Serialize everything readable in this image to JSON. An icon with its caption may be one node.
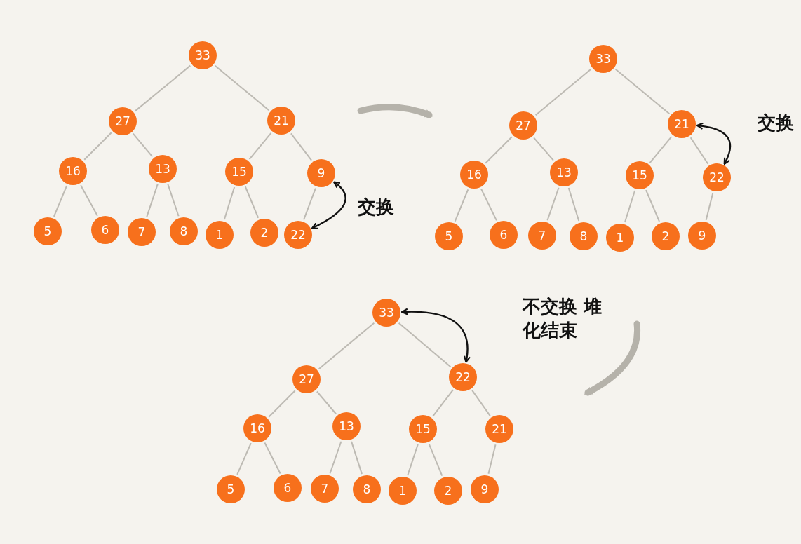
{
  "diagram": {
    "nodes": [
      {
        "text": [
          "33"
        ]
      },
      {
        "text": [
          "27"
        ]
      },
      {
        "text": [
          "21"
        ]
      },
      {
        "text": [
          "16"
        ]
      },
      {
        "text": [
          "13"
        ]
      },
      {
        "text": [
          "15"
        ]
      },
      {
        "text": [
          "9"
        ]
      },
      {
        "text": [
          "5"
        ]
      },
      {
        "text": [
          "6"
        ]
      },
      {
        "text": [
          "7"
        ]
      },
      {
        "text": [
          "8"
        ]
      },
      {
        "text": [
          "1"
        ]
      },
      {
        "text": [
          "2"
        ]
      },
      {
        "text": [
          "22"
        ]
      },
      {
        "text": [
          "33"
        ]
      },
      {
        "text": [
          "27"
        ]
      },
      {
        "text": [
          "21"
        ]
      },
      {
        "text": [
          "16"
        ]
      },
      {
        "text": [
          "13"
        ]
      },
      {
        "text": [
          "15"
        ]
      },
      {
        "text": [
          "22"
        ]
      },
      {
        "text": [
          "5"
        ]
      },
      {
        "text": [
          "6"
        ]
      },
      {
        "text": [
          "7"
        ]
      },
      {
        "text": [
          "8"
        ]
      },
      {
        "text": [
          "1"
        ]
      },
      {
        "text": [
          "2"
        ]
      },
      {
        "text": [
          "9"
        ]
      },
      {
        "text": [
          "33"
        ]
      },
      {
        "text": [
          "27"
        ]
      },
      {
        "text": [
          "22"
        ]
      },
      {
        "text": [
          "16"
        ]
      },
      {
        "text": [
          "13"
        ]
      },
      {
        "text": [
          "15"
        ]
      },
      {
        "text": [
          "21"
        ]
      },
      {
        "text": [
          "5"
        ]
      },
      {
        "text": [
          "6"
        ]
      },
      {
        "text": [
          "7"
        ]
      },
      {
        "text": [
          "8"
        ]
      },
      {
        "text": [
          "1"
        ]
      },
      {
        "text": [
          "2"
        ]
      },
      {
        "text": [
          "9"
        ]
      }
    ],
    "edges": [
      {
        "from": 0,
        "to": 1,
        "arrow": "none"
      },
      {
        "from": 0,
        "to": 2,
        "arrow": "none"
      },
      {
        "from": 1,
        "to": 3,
        "arrow": "none"
      },
      {
        "from": 1,
        "to": 4,
        "arrow": "none"
      },
      {
        "from": 2,
        "to": 5,
        "arrow": "none"
      },
      {
        "from": 2,
        "to": 6,
        "arrow": "none"
      },
      {
        "from": 3,
        "to": 7,
        "arrow": "none"
      },
      {
        "from": 3,
        "to": 8,
        "arrow": "none"
      },
      {
        "from": 4,
        "to": 9,
        "arrow": "none"
      },
      {
        "from": 4,
        "to": 10,
        "arrow": "none"
      },
      {
        "from": 5,
        "to": 11,
        "arrow": "none"
      },
      {
        "from": 5,
        "to": 12,
        "arrow": "none"
      },
      {
        "from": 6,
        "to": 13,
        "arrow": "none"
      },
      {
        "from": 14,
        "to": 15,
        "arrow": "none"
      },
      {
        "from": 14,
        "to": 16,
        "arrow": "none"
      },
      {
        "from": 15,
        "to": 17,
        "arrow": "none"
      },
      {
        "from": 15,
        "to": 18,
        "arrow": "none"
      },
      {
        "from": 16,
        "to": 19,
        "arrow": "none"
      },
      {
        "from": 16,
        "to": 20,
        "arrow": "none"
      },
      {
        "from": 17,
        "to": 21,
        "arrow": "none"
      },
      {
        "from": 17,
        "to": 22,
        "arrow": "none"
      },
      {
        "from": 18,
        "to": 23,
        "arrow": "none"
      },
      {
        "from": 18,
        "to": 24,
        "arrow": "none"
      },
      {
        "from": 19,
        "to": 25,
        "arrow": "none"
      },
      {
        "from": 19,
        "to": 26,
        "arrow": "none"
      },
      {
        "from": 20,
        "to": 27,
        "arrow": "none"
      },
      {
        "from": 28,
        "to": 29,
        "arrow": "none"
      },
      {
        "from": 28,
        "to": 30,
        "arrow": "none"
      },
      {
        "from": 29,
        "to": 31,
        "arrow": "none"
      },
      {
        "from": 29,
        "to": 32,
        "arrow": "none"
      },
      {
        "from": 30,
        "to": 33,
        "arrow": "none"
      },
      {
        "from": 30,
        "to": 34,
        "arrow": "none"
      },
      {
        "from": 31,
        "to": 35,
        "arrow": "none"
      },
      {
        "from": 31,
        "to": 36,
        "arrow": "none"
      },
      {
        "from": 32,
        "to": 37,
        "arrow": "none"
      },
      {
        "from": 32,
        "to": 38,
        "arrow": "none"
      },
      {
        "from": 33,
        "to": 39,
        "arrow": "none"
      },
      {
        "from": 33,
        "to": 40,
        "arrow": "none"
      },
      {
        "from": 34,
        "to": 41,
        "arrow": "none"
      },
      {
        "from": 6,
        "to": 13,
        "arrow": "both",
        "label": "交换",
        "color": "#111111"
      },
      {
        "from": 16,
        "to": 20,
        "arrow": "both",
        "label": "交换",
        "color": "#111111"
      },
      {
        "from": 28,
        "to": 30,
        "arrow": "both",
        "label": "不交换 堆化结束",
        "color": "#111111"
      }
    ]
  }
}
